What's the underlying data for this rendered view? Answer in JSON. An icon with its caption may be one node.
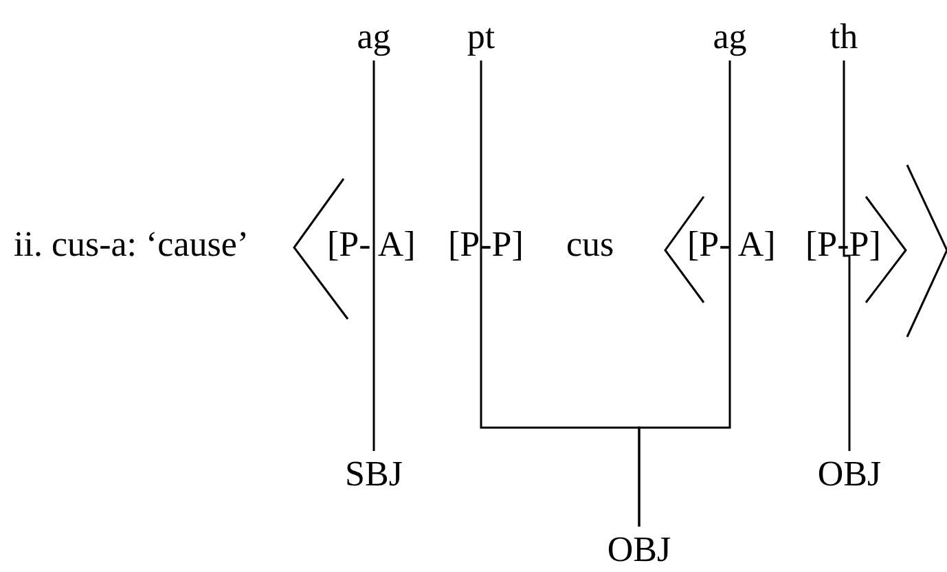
{
  "diagram": {
    "nodes": [
      {
        "text": [
          "ag"
        ]
      },
      {
        "text": [
          "pt"
        ]
      },
      {
        "text": [
          "ag"
        ]
      },
      {
        "text": [
          "th"
        ]
      },
      {
        "text": [
          "SBJ"
        ]
      },
      {
        "text": [
          "OBJ"
        ]
      },
      {
        "text": [
          "OBJ"
        ]
      }
    ],
    "edges": [
      {
        "from": 0,
        "to": 4,
        "arrow": "none"
      },
      {
        "from": 1,
        "to": 5,
        "arrow": "none"
      },
      {
        "from": 2,
        "to": 5,
        "arrow": "none"
      },
      {
        "from": 3,
        "to": 6,
        "arrow": "none"
      }
    ],
    "labels": [
      "ii. cus-a: ‘cause’",
      "[P- A]",
      "[P-P]",
      "cus",
      "[P- A]",
      "[P-P]"
    ]
  }
}
